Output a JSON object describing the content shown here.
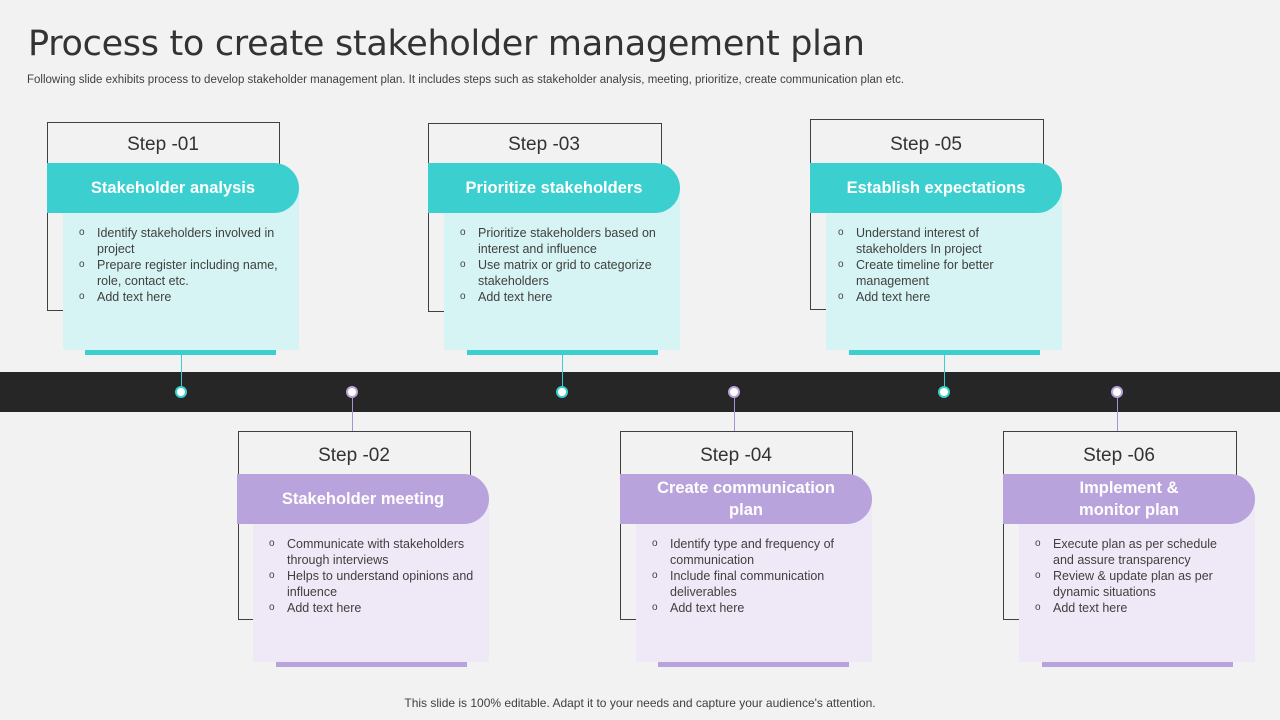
{
  "title": "Process to create stakeholder management plan",
  "subtitle": "Following slide exhibits process to develop stakeholder management plan. It includes steps such as stakeholder analysis, meeting, prioritize, create communication plan etc.",
  "footer": "This slide is 100% editable. Adapt it to your needs and capture your audience's attention.",
  "colors": {
    "teal": "#3bcfd0",
    "purple": "#b9a3dc",
    "timeline": "#262626"
  },
  "steps": [
    {
      "label": "Step -01",
      "heading": "Stakeholder analysis",
      "items": [
        "Identify stakeholders involved in project",
        "Prepare register including name, role, contact etc.",
        "Add text here"
      ]
    },
    {
      "label": "Step -02",
      "heading": "Stakeholder meeting",
      "items": [
        "Communicate with stakeholders through interviews",
        "Helps to understand opinions and influence",
        "Add text here"
      ]
    },
    {
      "label": "Step -03",
      "heading": "Prioritize stakeholders",
      "items": [
        "Prioritize stakeholders based on interest and influence",
        "Use matrix or grid to categorize stakeholders",
        "Add text here"
      ]
    },
    {
      "label": "Step -04",
      "heading": "Create communication plan",
      "items": [
        "Identify type and frequency of communication",
        "Include final communication deliverables",
        "Add text here"
      ]
    },
    {
      "label": "Step -05",
      "heading": "Establish expectations",
      "items": [
        "Understand interest of stakeholders In project",
        "Create timeline for better management",
        "Add text here"
      ]
    },
    {
      "label": "Step -06",
      "heading": "Implement & monitor plan",
      "items": [
        "Execute plan as per schedule and assure transparency",
        "Review & update plan as per dynamic situations",
        "Add text here"
      ]
    }
  ]
}
